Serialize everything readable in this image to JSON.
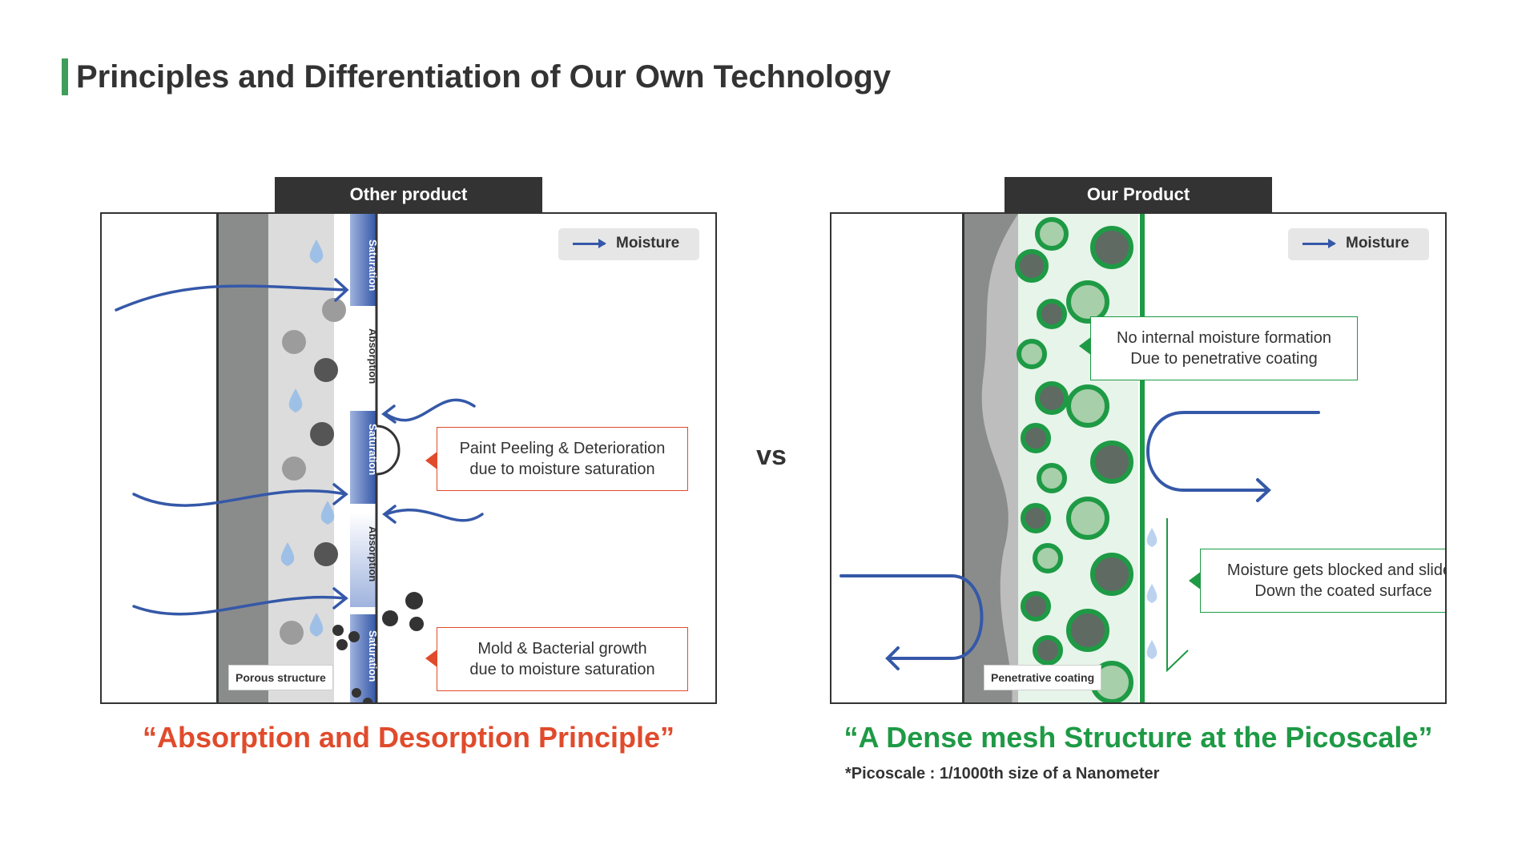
{
  "title": "Principles and Differentiation of Our Own Technology",
  "separator": "vs",
  "colors": {
    "accent_green": "#3f9e5a",
    "red": "#e04b2c",
    "green": "#1e9a45",
    "moisture_blue": "#3558a8",
    "dark": "#333333"
  },
  "other_product": {
    "tab_label": "Other product",
    "legend": "Moisture",
    "layers": [
      "Saturation",
      "Absorption",
      "Saturation",
      "Absorption",
      "Saturation"
    ],
    "tag": "Porous structure",
    "callouts": [
      {
        "line1": "Paint Peeling & Deterioration",
        "line2": "due to moisture saturation"
      },
      {
        "line1": "Mold & Bacterial growth",
        "line2": "due to moisture saturation"
      }
    ],
    "caption": "“Absorption and Desorption Principle”"
  },
  "our_product": {
    "tab_label": "Our Product",
    "legend": "Moisture",
    "tag": "Penetrative coating",
    "callouts": [
      {
        "line1": "No internal moisture formation",
        "line2": "Due to penetrative coating"
      },
      {
        "line1": "Moisture gets blocked and slides",
        "line2": "Down the coated surface"
      }
    ],
    "caption": "“A Dense mesh Structure at the Picoscale”",
    "footnote": "*Picoscale : 1/1000th size of a Nanometer"
  }
}
